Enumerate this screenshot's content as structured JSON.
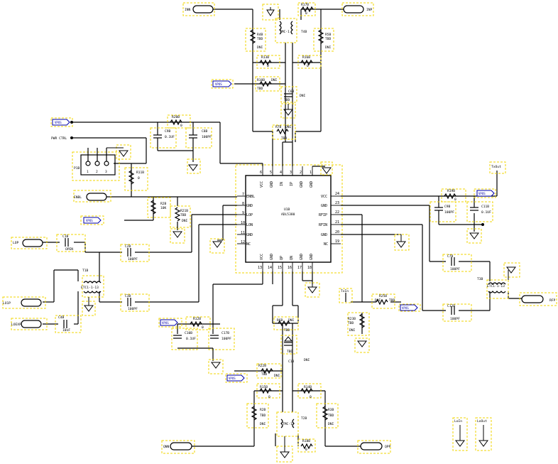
{
  "ic": {
    "ref": "U1B",
    "part": "ADL5380",
    "left_pins": [
      {
        "num": "7",
        "name": "ENBL"
      },
      {
        "num": "8",
        "name": "GND"
      },
      {
        "num": "9",
        "name": "LOP"
      },
      {
        "num": "10",
        "name": "LON"
      },
      {
        "num": "11",
        "name": "GND"
      },
      {
        "num": "12",
        "name": "NC"
      }
    ],
    "right_pins": [
      {
        "num": "24",
        "name": "VCC"
      },
      {
        "num": "23",
        "name": "GND"
      },
      {
        "num": "22",
        "name": "RFIP"
      },
      {
        "num": "21",
        "name": "RFIN"
      },
      {
        "num": "20",
        "name": "GND"
      },
      {
        "num": "19",
        "name": "NC"
      }
    ],
    "top_pins": [
      {
        "num": "6",
        "name": "VCC"
      },
      {
        "num": "5",
        "name": "GND"
      },
      {
        "num": "4",
        "name": "IN"
      },
      {
        "num": "3",
        "name": "IP"
      },
      {
        "num": "2",
        "name": "GND"
      },
      {
        "num": "1",
        "name": "GND"
      }
    ],
    "bottom_pins": [
      {
        "num": "13",
        "name": "VCC"
      },
      {
        "num": "14",
        "name": "GND"
      },
      {
        "num": "15",
        "name": "QP"
      },
      {
        "num": "16",
        "name": "QN"
      },
      {
        "num": "17",
        "name": "GND"
      },
      {
        "num": "18",
        "name": "GND"
      }
    ]
  },
  "ports": {
    "inn": "INN",
    "inp": "INP",
    "enbl": "ENBL",
    "lop": "LOP",
    "lo1p": "LO1P",
    "loexp": "LOEXP",
    "rfp": "RFP",
    "qnn": "QNN",
    "qpp": "QPP",
    "pwr_ctrl": "PWR CTRL",
    "tx_in": "TxIn",
    "tx_out": "TxOut",
    "lo_in": "LoIn",
    "lo_out": "LoOut"
  },
  "flags": {
    "f1": "VPOS",
    "f2": "VPOS",
    "f3": "VPOS",
    "f4": "VPOS",
    "f5": "VPOS",
    "f6": "VPOS",
    "f7": "VPOS"
  },
  "top": {
    "r8": {
      "ref": "R8B",
      "val": "0"
    },
    "r17": {
      "ref": "R17B",
      "val": "0"
    },
    "t4": {
      "ref": "T4B",
      "val": "TMC-1"
    },
    "r4": {
      "ref": "R4B",
      "val": "DNI"
    },
    "r5": {
      "ref": "R5B",
      "val": "DNI"
    },
    "r13": {
      "ref": "R13B",
      "val": "0"
    },
    "r16": {
      "ref": "R16B",
      "val": "0"
    },
    "r10": {
      "ref": "R10B",
      "val": "TBD"
    },
    "c6": {
      "ref": "C6B",
      "val": "DNI"
    },
    "c5": {
      "ref": "C5B",
      "val": "TBD"
    },
    "r7": {
      "ref": "R7B",
      "val": "DNI"
    },
    "r7c": "TBD"
  },
  "supply": {
    "r20": {
      "ref": "R20B",
      "val": "0"
    },
    "c9": {
      "ref": "C9B",
      "val": "0.1UF"
    },
    "c8": {
      "ref": "C8B",
      "val": "100PF"
    }
  },
  "p1": {
    "ref": "P1B",
    "pins": [
      "1",
      "2",
      "3"
    ]
  },
  "enable": {
    "r11": {
      "ref": "R11B",
      "val": "0"
    },
    "r2": {
      "ref": "R2B",
      "val": "10K"
    },
    "r21": {
      "ref": "R21B",
      "val": "TBD"
    },
    "r21_dni": "DNI"
  },
  "lo": {
    "c1": {
      "ref": "C1B",
      "val": "OPEN"
    },
    "c2": {
      "ref": "C2B",
      "val": "100PF"
    },
    "c3": {
      "ref": "C3B",
      "val": "100PF"
    },
    "c4": {
      "ref": "C4B",
      "val": "10nF"
    },
    "t1": {
      "ref": "T1B",
      "val": "ETC1-1-13"
    }
  },
  "vcc_right": {
    "r19": {
      "ref": "R19B",
      "val": "0"
    },
    "c9": {
      "ref": "C9B",
      "val": "100PF"
    },
    "c11": {
      "ref": "C11B",
      "val": "0.1UF"
    }
  },
  "rf": {
    "c7": {
      "ref": "C7B",
      "val": "100PF"
    },
    "c12": {
      "ref": "C12B",
      "val": "100PF"
    },
    "t3": {
      "ref": "T3B",
      "val": "ETC1-1-13"
    },
    "r25": {
      "ref": "R25B",
      "val": "TBD"
    },
    "r23": {
      "ref": "R23B",
      "val": "TBD"
    },
    "r23_dni": "DNI"
  },
  "qside": {
    "r12": {
      "ref": "R12B",
      "val": "0"
    },
    "c10": {
      "ref": "C10B",
      "val": "0.1UF"
    },
    "c17": {
      "ref": "C17B",
      "val": "100PF"
    },
    "r6": {
      "ref": "R6B",
      "val": "DNI"
    },
    "r6c": "TBD",
    "c13": {
      "ref": "C13",
      "val": "TBD"
    },
    "c13_dni": "DNI",
    "c17b": {
      "ref": "C17B",
      "val": "DNI"
    },
    "r22": {
      "ref": "R22B",
      "val": "TBD"
    },
    "r22_dni": "DNI",
    "r15": {
      "ref": "R15B",
      "val": "0"
    },
    "r14": {
      "ref": "R14B",
      "val": "0"
    },
    "t2": {
      "ref": "T2B",
      "val": "TMC-1"
    },
    "r2": {
      "ref": "R2B",
      "val": "DNI"
    },
    "r3": {
      "ref": "R3B",
      "val": "DNI"
    },
    "r18": {
      "ref": "R18B",
      "val": "0"
    }
  },
  "colors": {
    "wire": "#000000",
    "component_box": "#f2d600",
    "flag": "#0000aa"
  }
}
